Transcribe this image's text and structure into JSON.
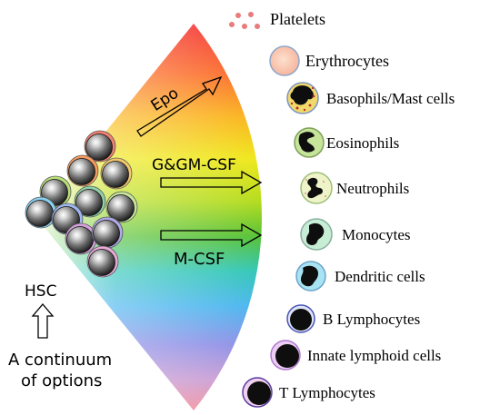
{
  "factors": {
    "epo": "Epo",
    "gm_csf": "G&GM-CSF",
    "m_csf": "M-CSF"
  },
  "hsc_label": "HSC",
  "continuum_line1": "A continuum",
  "continuum_line2": "of options",
  "cells": [
    {
      "label": "Platelets",
      "icon": "platelets-icon"
    },
    {
      "label": "Erythrocytes",
      "icon": "erythrocyte-icon"
    },
    {
      "label": "Basophils/Mast cells",
      "icon": "basophil-icon"
    },
    {
      "label": "Eosinophils",
      "icon": "eosinophil-icon"
    },
    {
      "label": "Neutrophils",
      "icon": "neutrophil-icon"
    },
    {
      "label": "Monocytes",
      "icon": "monocyte-icon"
    },
    {
      "label": "Dendritic cells",
      "icon": "dendritic-cell-icon"
    },
    {
      "label": "B Lymphocytes",
      "icon": "b-lymphocyte-icon"
    },
    {
      "label": "Innate lymphoid cells",
      "icon": "innate-lymphoid-cell-icon"
    },
    {
      "label": "T Lymphocytes",
      "icon": "t-lymphocyte-icon"
    }
  ]
}
